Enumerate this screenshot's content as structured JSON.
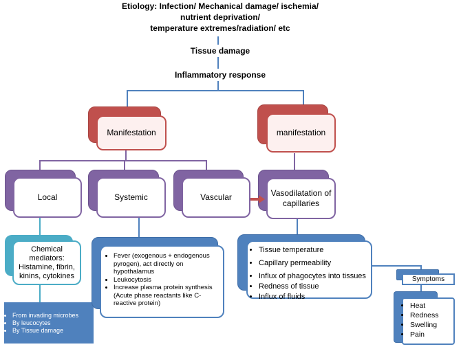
{
  "header": {
    "etiology_lines": [
      "Etiology: Infection/ Mechanical damage/ ischemia/",
      "nutrient deprivation/",
      "temperature extremes/radiation/ etc"
    ],
    "tissue_damage": "Tissue damage",
    "inflammatory_response": "Inflammatory response"
  },
  "left_branch": {
    "title": "Manifestation",
    "local": "Local",
    "systemic": "Systemic",
    "vascular": "Vascular",
    "chemical_mediators": "Chemical mediators: Histamine, fibrin, kinins, cytokines",
    "sources": [
      "From invading microbes",
      "By leucocytes",
      "By Tissue damage"
    ],
    "systemic_items": [
      "Fever  (exogenous + endogenous pyrogen), act directly on hypothalamus",
      "Leukocytosis",
      "Increase plasma protein synthesis (Acute phase reactants like C-reactive protein)"
    ]
  },
  "right_branch": {
    "title": "manifestation",
    "vasodilatation": "Vasodilatation of capillaries",
    "effects": [
      "Tissue temperature",
      "Capillary permeability",
      "Influx of phagocytes  into tissues",
      "Redness of tissue",
      "Influx of fluids"
    ],
    "symptoms_label": "Symptoms",
    "symptoms": [
      "Heat",
      "Redness",
      "Swelling",
      "Pain"
    ]
  },
  "colors": {
    "red": "#c0504d",
    "purple": "#8064a2",
    "teal": "#4bacc6",
    "blue": "#4f81bd"
  }
}
